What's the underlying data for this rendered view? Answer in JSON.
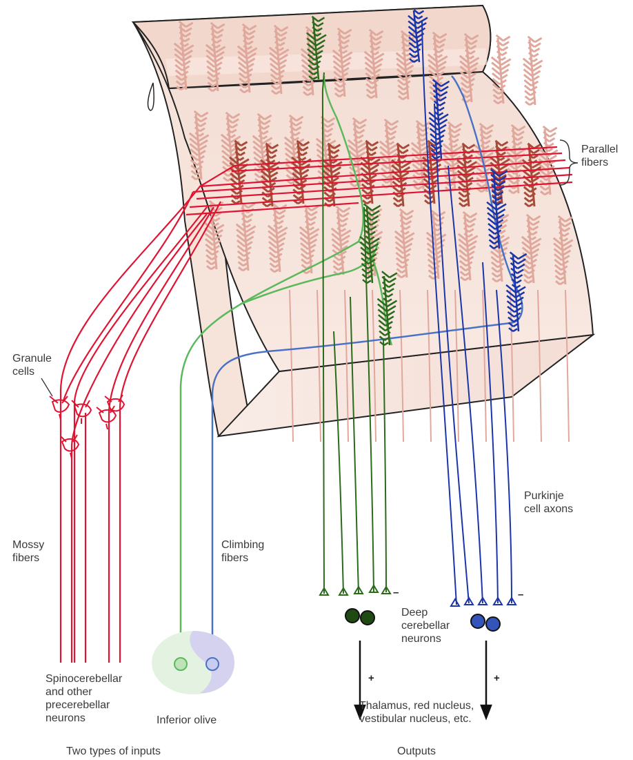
{
  "labels": {
    "parallel_fibers": [
      "Parallel",
      "fibers"
    ],
    "granule_cells": [
      "Granule",
      "cells"
    ],
    "mossy_fibers": [
      "Mossy",
      "fibers"
    ],
    "climbing_fibers": [
      "Climbing",
      "fibers"
    ],
    "purkinje_axons": [
      "Purkinje",
      "cell axons"
    ],
    "deep_neurons": [
      "Deep",
      "cerebellar",
      "neurons"
    ],
    "spinocerebellar": [
      "Spinocerebellar",
      "and other",
      "precerebellar",
      "neurons"
    ],
    "inferior_olive": "Inferior olive",
    "thalamus": [
      "Thalamus, red nucleus,",
      "vestibular nucleus, etc."
    ],
    "inputs_title": "Two types of inputs",
    "outputs_title": "Outputs"
  },
  "signs": {
    "green_inhibit": "–",
    "blue_inhibit": "–",
    "green_excite": "+",
    "blue_excite": "+"
  },
  "colors": {
    "mossy_red": "#e01432",
    "climbing_green": "#5cb85c",
    "climbing_blue": "#4a72c4",
    "purkinje_green": "#2a6a1a",
    "purkinje_blue": "#1a35a8",
    "background_purkinje": "#e0a89c",
    "highlight_purkinje": "#a84a38",
    "tissue": "#f7e4dc"
  }
}
